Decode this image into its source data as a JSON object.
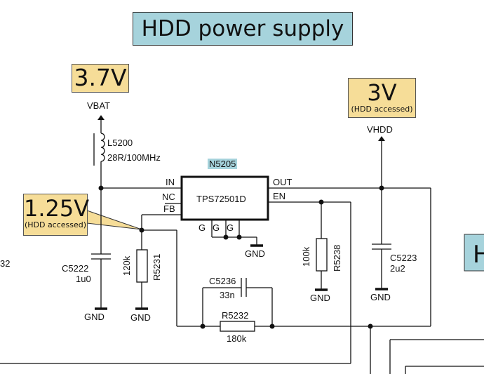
{
  "title": "HDD power supply",
  "voltages": {
    "vbat": {
      "value": "3.7V",
      "net": "VBAT"
    },
    "vhdd": {
      "value": "3V",
      "note": "(HDD accessed)",
      "net": "VHDD"
    },
    "fb": {
      "value": "1.25V",
      "note": "(HDD accessed)"
    }
  },
  "ic": {
    "ref": "N5205",
    "name": "TPS72501D",
    "pins": {
      "in": "IN",
      "nc": "NC",
      "fb": "FB",
      "out": "OUT",
      "en": "EN",
      "g1": "G",
      "g2": "G",
      "g3": "G"
    }
  },
  "components": {
    "l5200": {
      "ref": "L5200",
      "value": "28R/100MHz"
    },
    "c5222": {
      "ref": "C5222",
      "value": "1u0"
    },
    "r5231": {
      "ref": "R5231",
      "value": "120k"
    },
    "r5238": {
      "ref": "R5238",
      "value": "100k"
    },
    "c5223": {
      "ref": "C5223",
      "value": "2u2"
    },
    "c5236": {
      "ref": "C5236",
      "value": "33n"
    },
    "r5232": {
      "ref": "R5232",
      "value": "180k"
    }
  },
  "gnd_label": "GND",
  "edge_texts": {
    "left": "32",
    "right": "H"
  },
  "colors": {
    "title_bg": "#a6d3dc",
    "voltage_bg": "#f6dd98",
    "wire": "#111111"
  }
}
